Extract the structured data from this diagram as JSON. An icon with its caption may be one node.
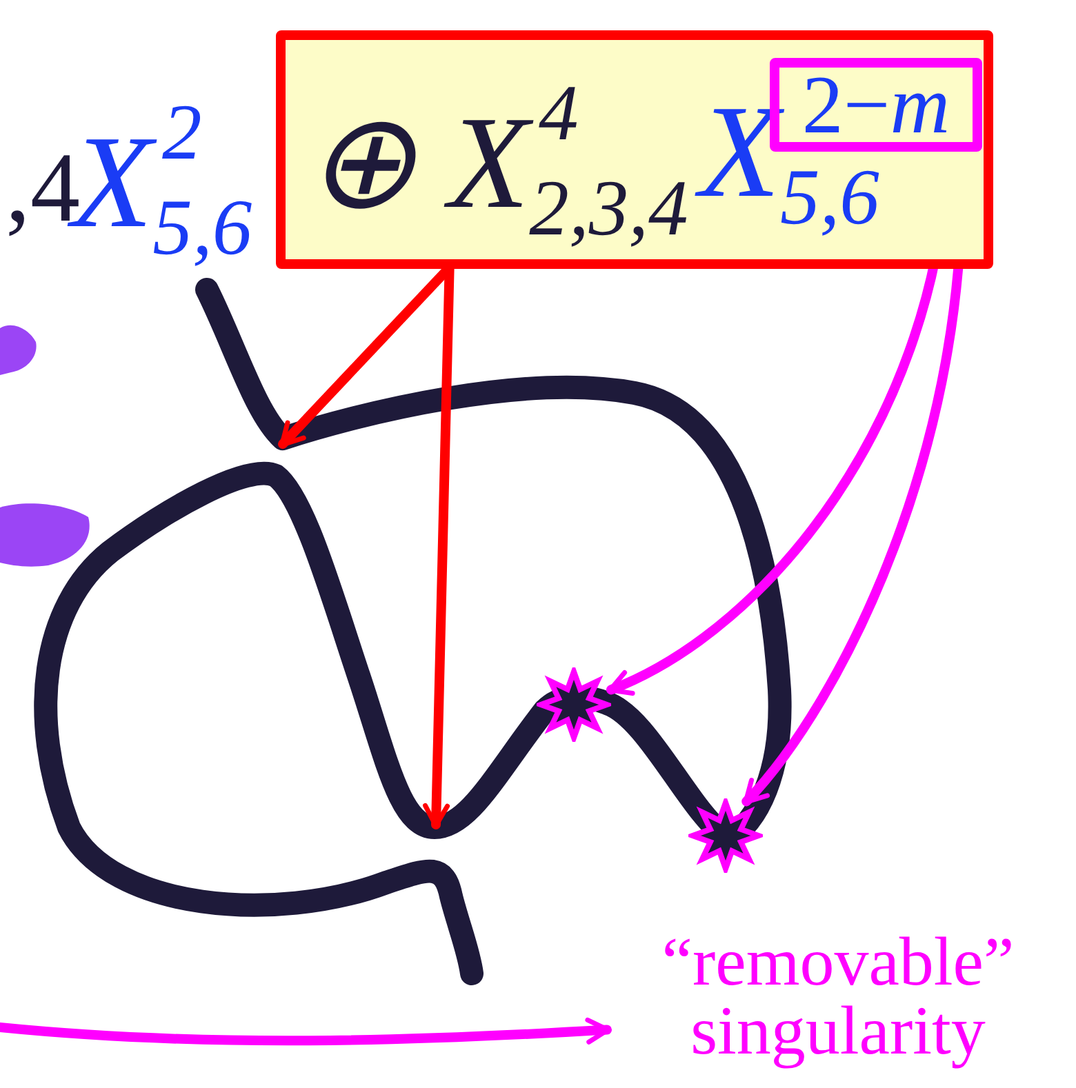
{
  "diagram": {
    "nodes": [
      {
        "text": [
          "⊕ X$^{4}$$_{2,3,4}$",
          "X$_{5,6}$"
        ]
      },
      {
        "text": [
          "2−*m*"
        ],
        "in": 0
      },
      {
        "text": [],
        "shape": "star"
      },
      {
        "text": [],
        "shape": "star"
      },
      {
        "text": [
          "“removable” singularity"
        ]
      }
    ],
    "edges": [
      {
        "from": 0,
        "to": null,
        "arrow": "to",
        "color": "#ff0000"
      },
      {
        "from": 0,
        "to": null,
        "arrow": "to",
        "color": "#ff0000"
      },
      {
        "from": 1,
        "to": 2,
        "arrow": "to",
        "color": "#ff00ff"
      },
      {
        "from": 1,
        "to": 3,
        "arrow": "to",
        "color": "#ff00ff"
      },
      {
        "from": null,
        "to": 4,
        "arrow": "to",
        "color": "#ff00ff"
      }
    ],
    "labels": [
      ",4",
      "X$^{2}$$_{5,6}$"
    ]
  }
}
